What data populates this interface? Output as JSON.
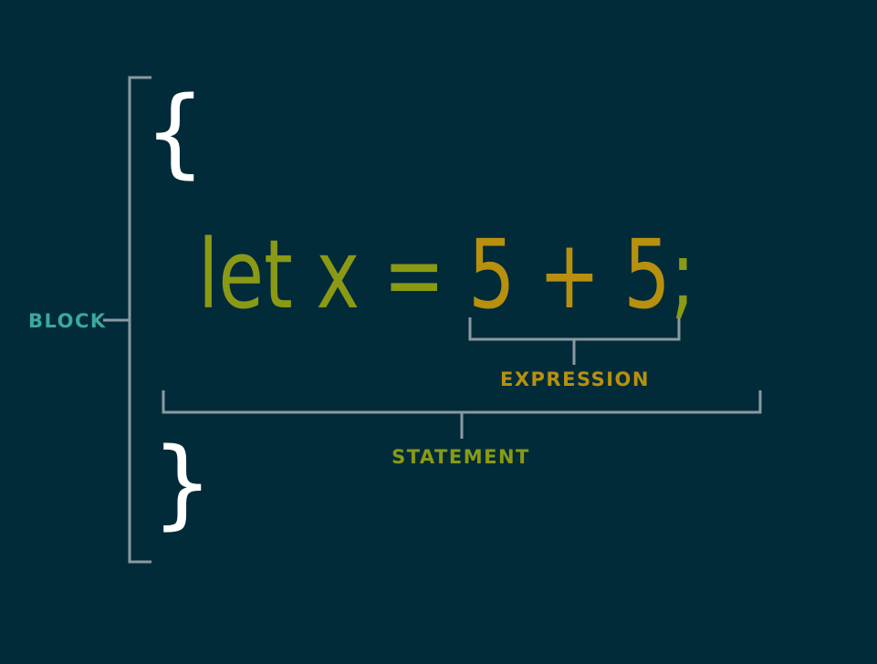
{
  "diagram": {
    "open_brace": "{",
    "close_brace": "}",
    "code": {
      "keyword_part": "let x = ",
      "expression_part": "5 + 5",
      "terminator": ";"
    },
    "labels": {
      "block": "BLOCK",
      "expression": "EXPRESSION",
      "statement": "STATEMENT"
    }
  },
  "colors": {
    "background": "#022b3a",
    "bracket_line": "#8a9aa0",
    "brace": "#ffffff",
    "statement_green": "#8a9a14",
    "expression_gold": "#b8900e",
    "block_teal": "#3aa89e"
  }
}
